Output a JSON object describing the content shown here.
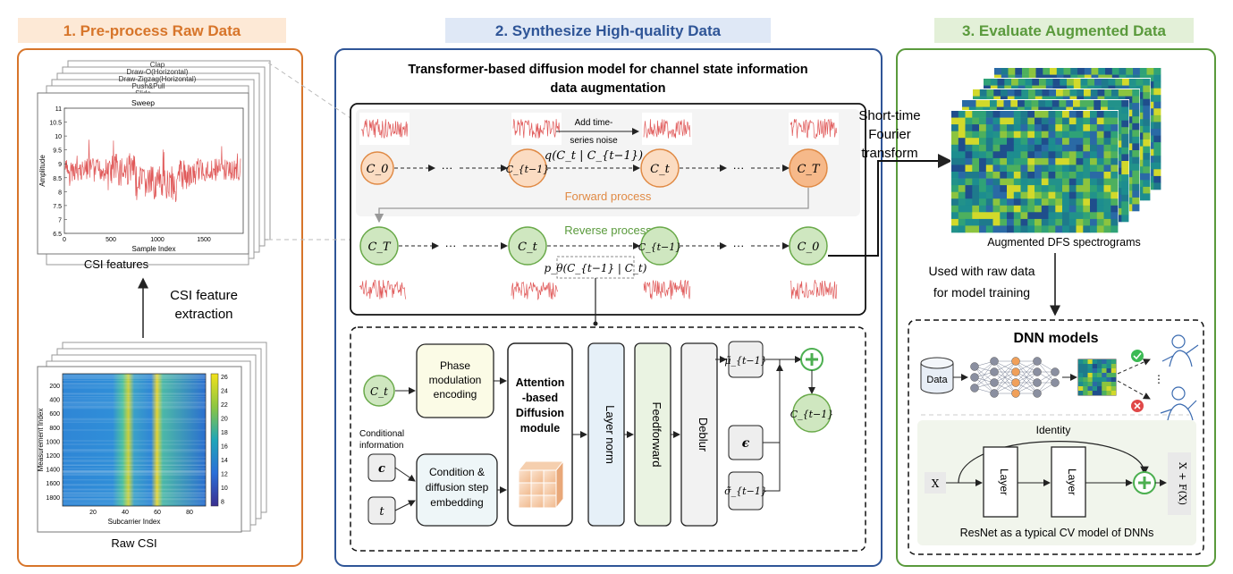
{
  "sections": {
    "s1_title": "1. Pre-process Raw Data",
    "s2_title": "2. Synthesize High-quality Data",
    "s3_title": "3. Evaluate Augmented Data"
  },
  "panel1": {
    "csi_features_caption": "CSI features",
    "raw_csi_caption": "Raw CSI",
    "extraction_label_1": "CSI feature",
    "extraction_label_2": "extraction",
    "stack_labels": [
      "Clap",
      "Draw-O(Horizontal)",
      "Draw-Zigzag(Horizontal)",
      "Push&Pull",
      "Slide",
      "Sweep"
    ],
    "signal_plot": {
      "title": "Sweep",
      "xlabel": "Sample Index",
      "ylabel": "Amplitude",
      "xticks": [
        "0",
        "500",
        "1000",
        "1500"
      ],
      "yticks": [
        "6.5",
        "7",
        "7.5",
        "8",
        "8.5",
        "9",
        "9.5",
        "10",
        "10.5",
        "11"
      ],
      "line_color": "#e05a5a"
    },
    "heatmap_plot": {
      "xlabel": "Subcarrier Index",
      "ylabel": "Measurement Index",
      "xticks": [
        "20",
        "40",
        "60",
        "80"
      ],
      "yticks": [
        "200",
        "400",
        "600",
        "800",
        "1000",
        "1200",
        "1400",
        "1600",
        "1800"
      ],
      "colorbar_ticks": [
        "26",
        "24",
        "22",
        "20",
        "18",
        "16",
        "14",
        "12",
        "10",
        "8"
      ]
    }
  },
  "panel2": {
    "main_title_1": "Transformer-based diffusion model for channel state information",
    "main_title_2": "data augmentation",
    "add_noise_1": "Add time-",
    "add_noise_2": "series noise",
    "forward_label": "Forward process",
    "reverse_label": "Reverse process",
    "q_formula": "q(C_t | C_{t−1})",
    "p_formula": "p_θ(C_{t−1} | C_t)",
    "forward_nodes": [
      "C_0",
      "C_{t−1}",
      "C_t",
      "C_T"
    ],
    "reverse_nodes": [
      "C_T",
      "C_t",
      "C_{t−1}",
      "C_0"
    ],
    "phase_label_1": "Phase",
    "phase_label_2": "modulation",
    "phase_label_3": "encoding",
    "cond_info_1": "Conditional",
    "cond_info_2": "information",
    "cond_embed_1": "Condition &",
    "cond_embed_2": "diffusion step",
    "cond_embed_3": "embedding",
    "attn_1": "Attention",
    "attn_2": "-based",
    "attn_3": "Diffusion",
    "attn_4": "module",
    "layer_norm": "Layer norm",
    "feedforward": "Feedforward",
    "deblur": "Deblur",
    "c_symbol": "c",
    "t_symbol": "t",
    "eps_symbol": "ϵ",
    "mu_symbol": "μ̃_{t−1}",
    "sigma_symbol": "σ̃_{t−1}",
    "out_node": "C_{t−1}",
    "ct_node": "C_t"
  },
  "middle": {
    "stft_1": "Short-time",
    "stft_2": "Fourier",
    "stft_3": "transform"
  },
  "panel3": {
    "dfs_caption": "Augmented DFS spectrograms",
    "used_1": "Used with raw data",
    "used_2": "for model training",
    "dnn_title": "DNN models",
    "data_label": "Data",
    "identity": "Identity",
    "x_in": "X",
    "layer1": "Layer",
    "layer2": "Layer",
    "x_out": "X + F(X)",
    "resnet_caption": "ResNet as a typical CV model of DNNs"
  },
  "colors": {
    "orange": "#d7752a",
    "blue": "#2f5597",
    "green": "#5a9a3c",
    "orange_bg": "#fde9d6",
    "blue_bg": "#dfe8f6",
    "green_bg": "#e3f0d8"
  }
}
